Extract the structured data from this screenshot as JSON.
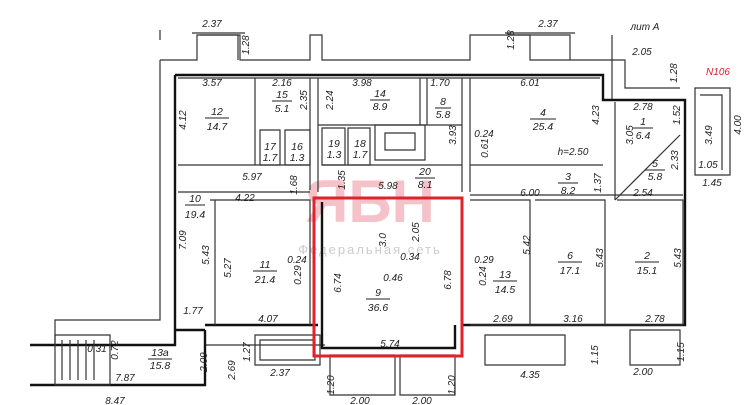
{
  "plan": {
    "title": "лит А",
    "stair_label": "N106",
    "watermark": {
      "logo": "ЯБН",
      "text": "Федеральная сеть"
    },
    "highlight_color": "#e0222a",
    "highlighted_room": "9"
  },
  "rooms": [
    {
      "number": "12",
      "area": "14.7"
    },
    {
      "number": "15",
      "area": "5.1"
    },
    {
      "number": "17",
      "area": "1.7"
    },
    {
      "number": "16",
      "area": "1.3"
    },
    {
      "number": "14",
      "area": "8.9"
    },
    {
      "number": "8",
      "area": "5.8"
    },
    {
      "number": "19",
      "area": "1.3"
    },
    {
      "number": "18",
      "area": "1.7"
    },
    {
      "number": "4",
      "area": "25.4"
    },
    {
      "number": "1",
      "area": "6.4"
    },
    {
      "number": "5",
      "area": "5.8"
    },
    {
      "number": "20",
      "area": "8.1"
    },
    {
      "number": "3",
      "area": "8.2"
    },
    {
      "number": "10",
      "area": "19.4"
    },
    {
      "number": "11",
      "area": "21.4"
    },
    {
      "number": "9",
      "area": "36.6"
    },
    {
      "number": "13",
      "area": "14.5"
    },
    {
      "number": "6",
      "area": "17.1"
    },
    {
      "number": "2",
      "area": "15.1"
    },
    {
      "number": "13а",
      "area": "15.8"
    }
  ],
  "dimensions": [
    "2.37",
    "1.28",
    "2.37",
    "1.28",
    "2.05",
    "1.28",
    "3.57",
    "2.16",
    "2.35",
    "3.98",
    "1.70",
    "6.01",
    "4.12",
    "2.24",
    "4.23",
    "2.78",
    "1.52",
    "4.00",
    "3.05",
    "3.49",
    "3.93",
    "0.24",
    "0.61",
    "h=2.50",
    "2.33",
    "1.05",
    "1.45",
    "5.97",
    "1.68",
    "1.35",
    "5.98",
    "6.00",
    "1.37",
    "2.54",
    "4.22",
    "7.09",
    "5.43",
    "5.27",
    "0.24",
    "0.29",
    "3.0",
    "2.05",
    "0.34",
    "0.46",
    "6.74",
    "6.78",
    "0.29",
    "0.24",
    "5.42",
    "5.43",
    "5.43",
    "1.77",
    "4.07",
    "2.69",
    "3.16",
    "2.78",
    "5.74",
    "0.31",
    "0.72",
    "1.27",
    "2.09",
    "2.69",
    "1.15",
    "1.15",
    "7.87",
    "2.37",
    "4.35",
    "2.00",
    "1.20",
    "1.20",
    "2.00",
    "2.00",
    "8.47"
  ]
}
